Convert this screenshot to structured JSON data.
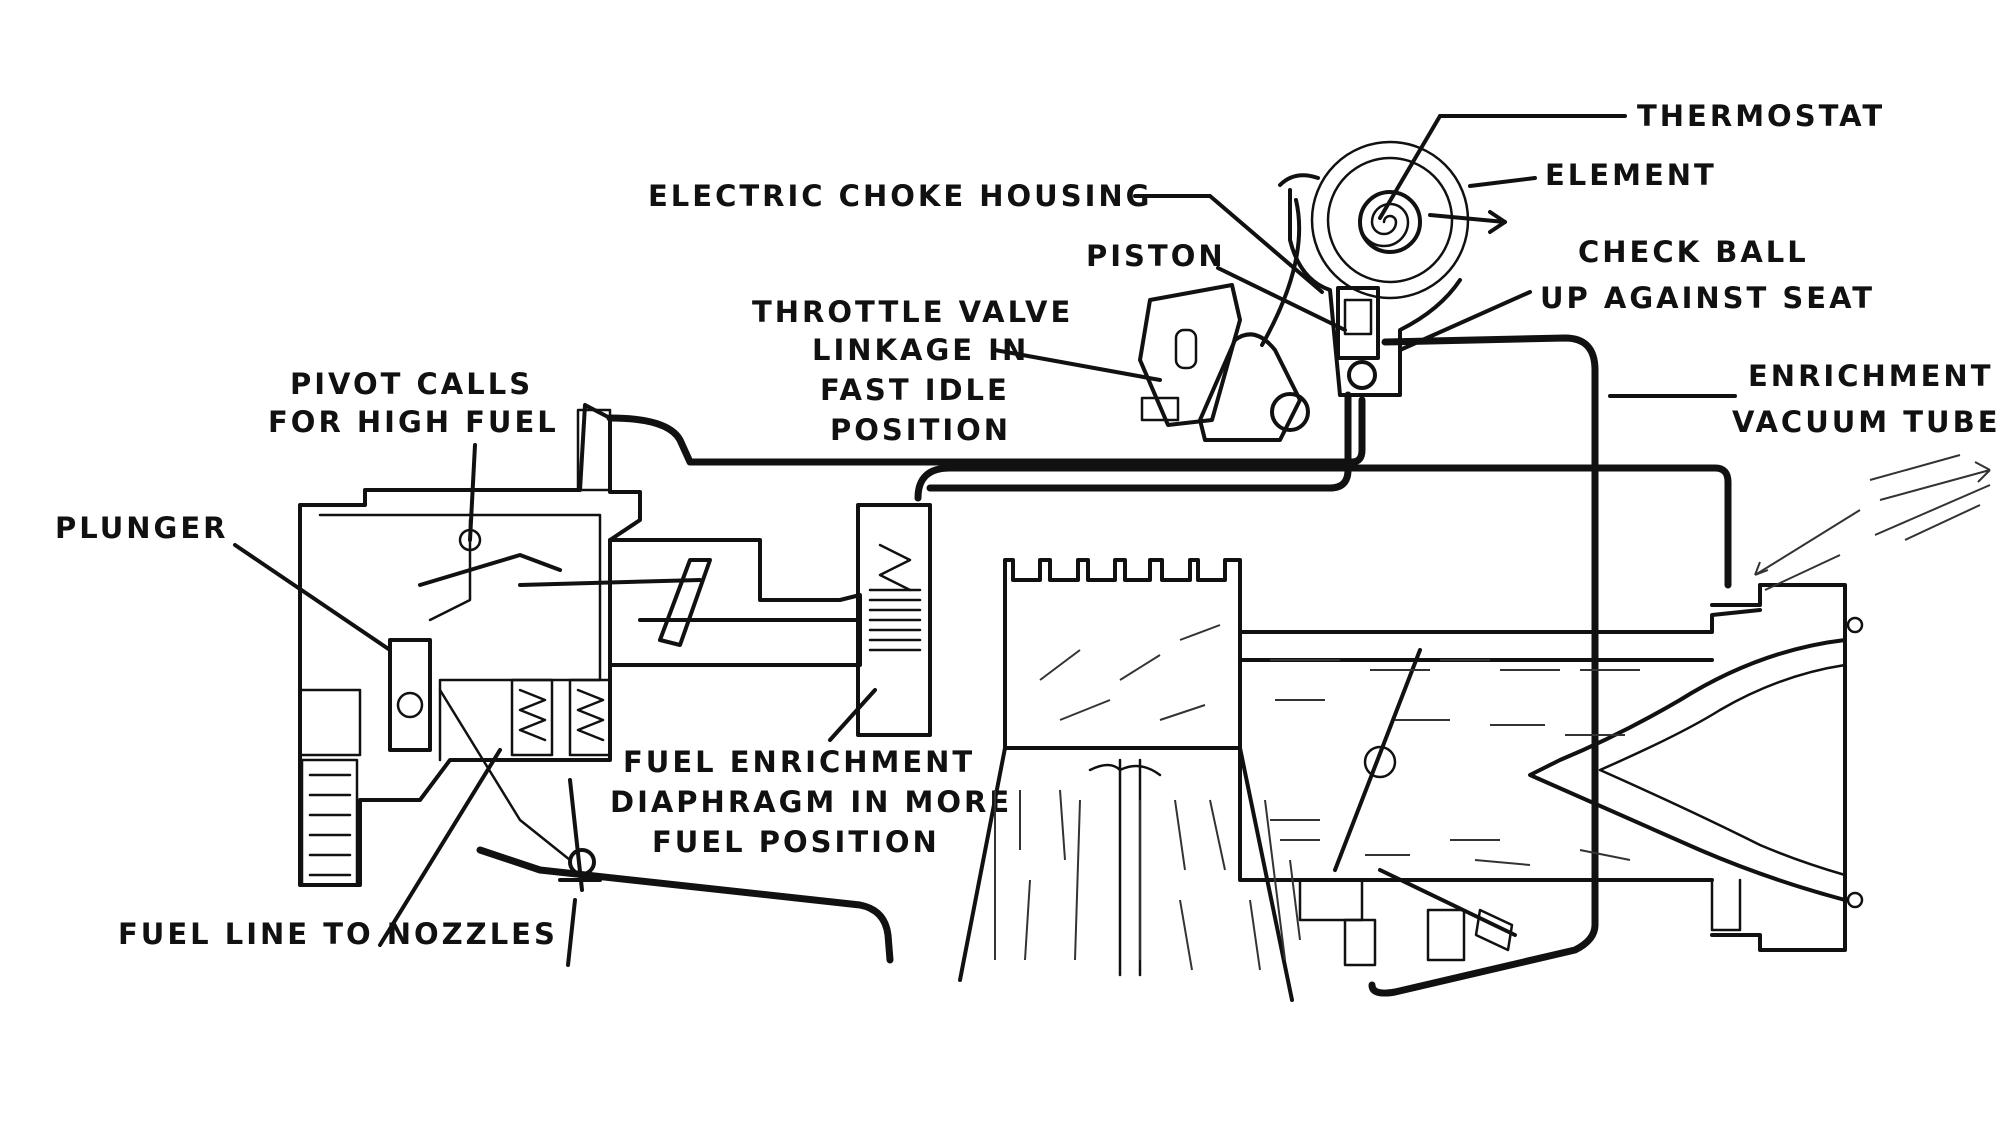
{
  "labels": {
    "thermostat": "THERMOSTAT",
    "element": "ELEMENT",
    "electric_choke_housing": "ELECTRIC CHOKE HOUSING",
    "piston": "PISTON",
    "check_ball_line1": "CHECK BALL",
    "check_ball_line2": "UP AGAINST SEAT",
    "throttle_line1": "THROTTLE VALVE",
    "throttle_line2": "LINKAGE IN",
    "throttle_line3": "FAST IDLE",
    "throttle_line4": "POSITION",
    "enrichment_line1": "ENRICHMENT",
    "enrichment_line2": "VACUUM TUBE",
    "pivot_line1": "PIVOT CALLS",
    "pivot_line2": "FOR HIGH FUEL",
    "plunger": "PLUNGER",
    "diaphragm_line1": "FUEL ENRICHMENT",
    "diaphragm_line2": "DIAPHRAGM IN MORE",
    "diaphragm_line3": "FUEL POSITION",
    "fuel_line": "FUEL LINE TO NOZZLES"
  }
}
